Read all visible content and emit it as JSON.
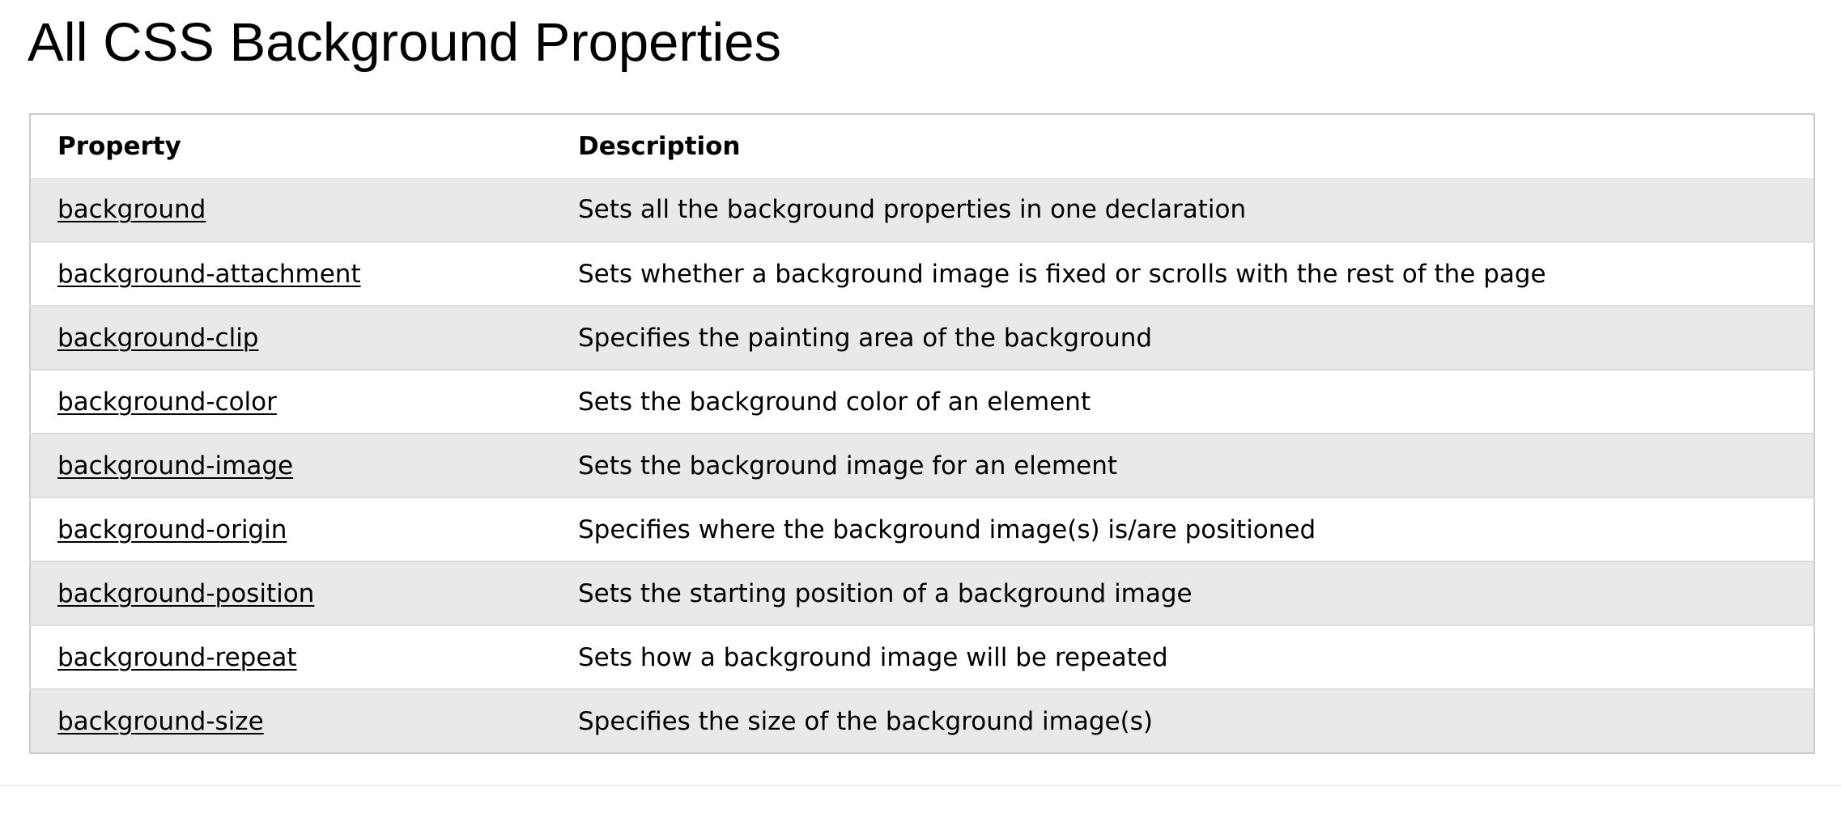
{
  "page": {
    "title": "All CSS Background Properties"
  },
  "table": {
    "headers": {
      "property": "Property",
      "description": "Description"
    },
    "rows": [
      {
        "property": "background",
        "description": "Sets all the background properties in one declaration"
      },
      {
        "property": "background-attachment",
        "description": "Sets whether a background image is fixed or scrolls with the rest of the page"
      },
      {
        "property": "background-clip",
        "description": "Specifies the painting area of the background"
      },
      {
        "property": "background-color",
        "description": "Sets the background color of an element"
      },
      {
        "property": "background-image",
        "description": "Sets the background image for an element"
      },
      {
        "property": "background-origin",
        "description": "Specifies where the background image(s) is/are positioned"
      },
      {
        "property": "background-position",
        "description": "Sets the starting position of a background image"
      },
      {
        "property": "background-repeat",
        "description": "Sets how a background image will be repeated"
      },
      {
        "property": "background-size",
        "description": "Specifies the size of the background image(s)"
      }
    ]
  },
  "colors": {
    "stripe_row": "#e7e9eb",
    "table_border": "#cccccc",
    "row_divider": "#dddddd",
    "text": "#000000"
  }
}
